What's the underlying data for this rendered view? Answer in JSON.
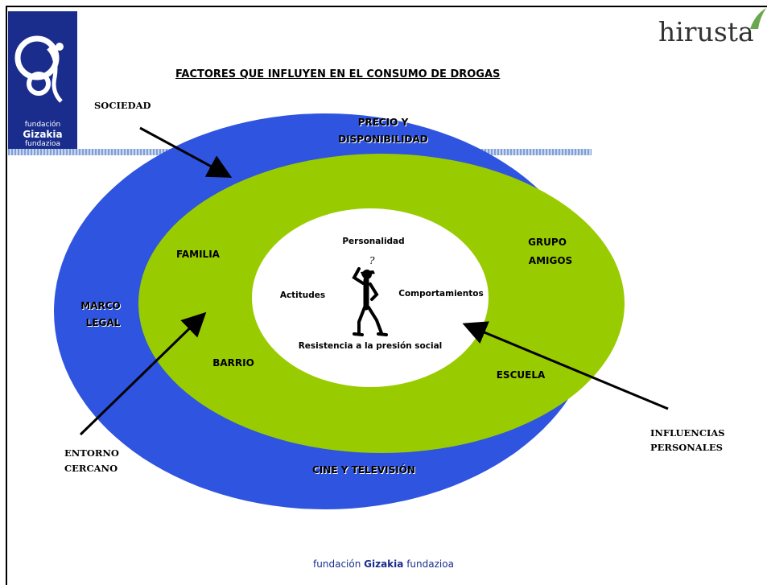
{
  "header": {
    "title": "FACTORES QUE INFLUYEN EN EL CONSUMO DE DROGAS",
    "brand": "hirusta",
    "logo": {
      "line1": "fundación",
      "line2": "Gizakia",
      "line3": "fundazioa"
    }
  },
  "outer_ring": {
    "top": [
      "PRECIO Y",
      "DISPONIBILIDAD"
    ],
    "left": [
      "MARCO",
      "LEGAL"
    ],
    "bottom": "CINE Y TELEVISIÓN",
    "color": "#2e54e0"
  },
  "middle_ring": {
    "items": {
      "familia": "FAMILIA",
      "grupo": [
        "GRUPO",
        "AMIGOS"
      ],
      "barrio": "BARRIO",
      "escuela": "ESCUELA"
    },
    "color": "#99cc00"
  },
  "center": {
    "personalidad": "Personalidad",
    "actitudes": "Actitudes",
    "comportamientos": "Comportamientos",
    "resistencia": "Resistencia a la presión social",
    "figure": "thinking-person-icon"
  },
  "callouts": {
    "sociedad": "SOCIEDAD",
    "entorno": [
      "ENTORNO",
      "CERCANO"
    ],
    "influencias": [
      "INFLUENCIAS",
      "PERSONALES"
    ]
  },
  "footer": {
    "pre": "fundación ",
    "brand": "Gizakia",
    "post": " fundazioa"
  }
}
